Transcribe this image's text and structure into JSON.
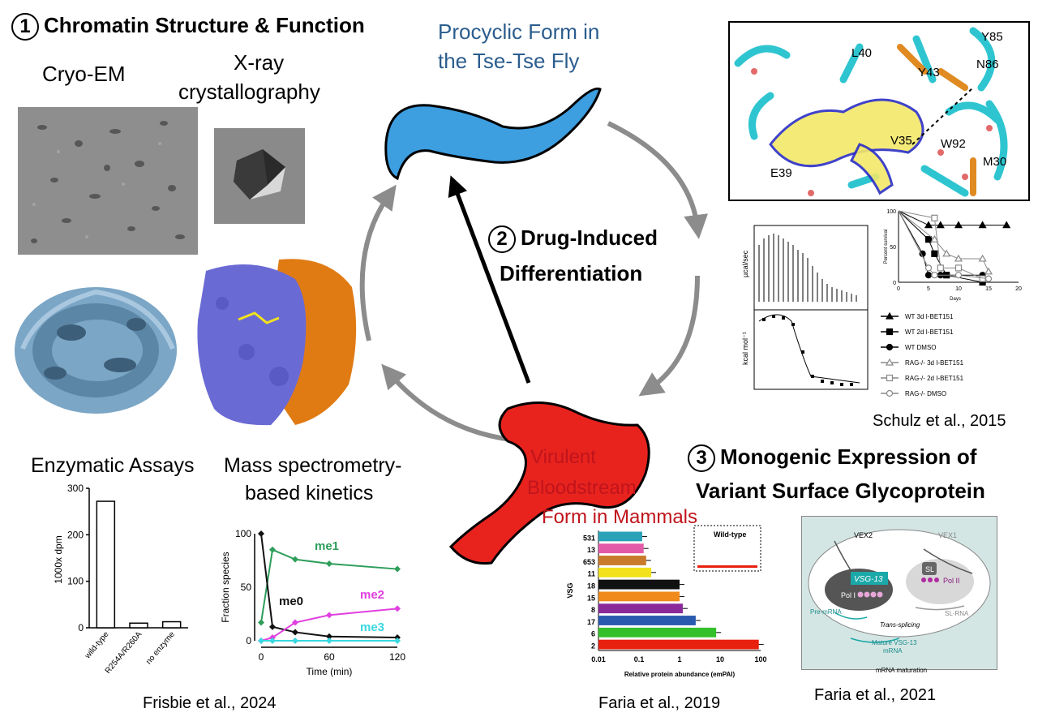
{
  "section1": {
    "number": "1",
    "title": "Chromatin Structure & Function"
  },
  "section2": {
    "number": "2",
    "title_line1": "Drug-Induced",
    "title_line2": "Differentiation"
  },
  "section3": {
    "number": "3",
    "title_line1": "Monogenic Expression of",
    "title_line2": "Variant Surface Glycoprotein"
  },
  "methods": {
    "cryo_em": "Cryo-EM",
    "xray_line1": "X-ray",
    "xray_line2": "crystallography",
    "enzymatic": "Enzymatic Assays",
    "mass_line1": "Mass spectrometry-",
    "mass_line2": "based kinetics"
  },
  "forms": {
    "procyclic_line1": "Procyclic Form in",
    "procyclic_line2": "the Tse-Tse Fly",
    "bloodstream_line1": "Virulent",
    "bloodstream_line2": "Bloodstream",
    "bloodstream_line3": "Form in Mammals"
  },
  "citations": {
    "schulz": "Schulz et al., 2015",
    "frisbie": "Frisbie et al., 2024",
    "faria2019": "Faria et al., 2019",
    "faria2021": "Faria et al., 2021"
  },
  "structure_labels": [
    "L40",
    "Y85",
    "Y43",
    "N86",
    "V35",
    "W92",
    "E39",
    "M30"
  ],
  "colors": {
    "procyclic": "#3d9ee0",
    "bloodstream": "#e8231e",
    "procyclic_text": "#2b5d8e",
    "bloodstream_text": "#c0141c",
    "cycle_arrow": "#8c8c8c",
    "protein_blue": "#6a6ad4",
    "protein_orange": "#e07b14",
    "cryo_map": "#7ba6c6"
  },
  "itc": {
    "ylabel_top": "µcal/sec",
    "ylabel_bottom": "kcal mol⁻¹"
  },
  "chart_data": [
    {
      "id": "survival",
      "type": "line",
      "ylabel": "Percent survival",
      "xlabel": "Days",
      "xlim": [
        0,
        20
      ],
      "ylim": [
        0,
        100
      ],
      "xticks": [
        "0",
        "5",
        "10",
        "15",
        "20"
      ],
      "yticks": [
        "0",
        "50",
        "100"
      ],
      "series": [
        {
          "name": "WT 3d I-BET151",
          "x": [
            0,
            5,
            7,
            10,
            14,
            18
          ],
          "y": [
            100,
            80,
            80,
            80,
            80,
            80
          ]
        },
        {
          "name": "WT 2d I-BET151",
          "x": [
            0,
            5,
            6,
            8,
            14
          ],
          "y": [
            100,
            60,
            40,
            10,
            0
          ]
        },
        {
          "name": "WT DMSO",
          "x": [
            0,
            4,
            5,
            7,
            14
          ],
          "y": [
            100,
            40,
            10,
            10,
            10
          ]
        },
        {
          "name": "RAG-/- 3d I-BET151",
          "x": [
            0,
            6,
            8,
            10,
            14,
            15
          ],
          "y": [
            100,
            60,
            40,
            33,
            33,
            15
          ]
        },
        {
          "name": "RAG-/- 2d I-BET151",
          "x": [
            0,
            6,
            7,
            10,
            14
          ],
          "y": [
            100,
            90,
            20,
            20,
            5
          ]
        },
        {
          "name": "RAG-/- DMSO",
          "x": [
            0,
            5,
            6,
            10,
            15
          ],
          "y": [
            100,
            20,
            10,
            10,
            5
          ]
        }
      ]
    },
    {
      "id": "enzymatic",
      "type": "bar",
      "ylabel": "1000x dpm",
      "ylim": [
        0,
        300
      ],
      "yticks": [
        "0",
        "100",
        "200",
        "300"
      ],
      "categories": [
        "wild-type",
        "R254A/R260A",
        "no enzyme"
      ],
      "values": [
        272,
        10,
        13
      ]
    },
    {
      "id": "kinetics",
      "type": "line",
      "ylabel": "Fraction species",
      "xlabel": "Time (min)",
      "xlim": [
        0,
        120
      ],
      "ylim": [
        0,
        100
      ],
      "xticks": [
        "0",
        "60",
        "120"
      ],
      "yticks": [
        "0",
        "50",
        "100"
      ],
      "series": [
        {
          "name": "me1",
          "color": "#2e9e5b",
          "x": [
            0,
            10,
            30,
            60,
            120
          ],
          "y": [
            17,
            85,
            76,
            72,
            67
          ]
        },
        {
          "name": "me0",
          "color": "#111111",
          "x": [
            0,
            10,
            30,
            60,
            120
          ],
          "y": [
            100,
            13,
            8,
            4,
            3
          ]
        },
        {
          "name": "me2",
          "color": "#e040e0",
          "x": [
            0,
            10,
            30,
            60,
            120
          ],
          "y": [
            0,
            3,
            17,
            24,
            30
          ]
        },
        {
          "name": "me3",
          "color": "#3ad8e0",
          "x": [
            0,
            10,
            30,
            60,
            120
          ],
          "y": [
            0,
            0,
            0,
            0,
            0
          ]
        }
      ]
    },
    {
      "id": "vsg",
      "type": "bar",
      "orientation": "horizontal",
      "scale": "log",
      "ylabel": "VSG",
      "xlabel": "Relative protein abundance (emPAI)",
      "xlim": [
        0.01,
        100
      ],
      "xticks": [
        "0.01",
        "0.1",
        "1",
        "10",
        "100"
      ],
      "categories": [
        "531",
        "13",
        "653",
        "11",
        "18",
        "15",
        "8",
        "17",
        "6",
        "2"
      ],
      "values": [
        0.12,
        0.13,
        0.15,
        0.2,
        1.0,
        1.0,
        1.2,
        2.5,
        8,
        90
      ],
      "colors": [
        "#2aa3b8",
        "#e25aa8",
        "#c87a2a",
        "#f1e21c",
        "#111111",
        "#f08a1a",
        "#8a2a9a",
        "#2a5ab0",
        "#33c02a",
        "#e8200e"
      ],
      "inset": {
        "label": "Wild-type"
      }
    }
  ],
  "faria2021_diagram": {
    "vex2": "VEX2",
    "vex1": "VEX1",
    "vsg13": "VSG-13",
    "pol1": "Pol I",
    "sl": "SL",
    "pol2": "Pol II",
    "pre_mrna": "Pre-mRNA",
    "sl_rna": "SL-RNA",
    "trans_splicing": "Trans-splicing",
    "mature_line1": "Mature VSG-13",
    "mature_line2": "mRNA",
    "caption": "mRNA maturation"
  }
}
